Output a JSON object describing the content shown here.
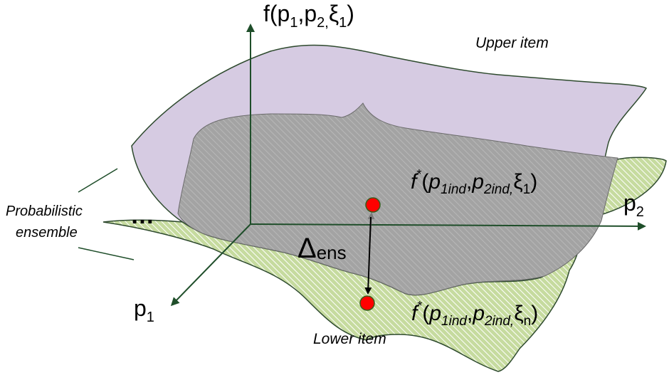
{
  "diagram": {
    "vertical_axis_label": "f(p",
    "vertical_axis_sub1": "1",
    "vertical_axis_mid1": ",p",
    "vertical_axis_sub2": "2,",
    "vertical_axis_xi": "ξ",
    "vertical_axis_sub3": "1",
    "vertical_axis_close": ")",
    "axis_p2_main": "p",
    "axis_p2_sub": "2",
    "axis_p1_main": "p",
    "axis_p1_sub": "1",
    "upper_item_label": "Upper item",
    "lower_item_label": "Lower item",
    "ensemble_label_line1": "Probabilistic",
    "ensemble_label_line2": "ensemble",
    "ellipsis": "…",
    "delta_symbol": "Δ",
    "delta_subscript": "ens",
    "upper_point_label": {
      "f": "f",
      "star": "*",
      "open": "(",
      "p1": "p",
      "p1_sub": "1ind",
      "comma1": ",",
      "p2": "p",
      "p2_sub": "2ind,",
      "xi": "ξ",
      "xi_sub": "1",
      "close": ")"
    },
    "lower_point_label": {
      "f": "f",
      "star": "*",
      "open": "(",
      "p1": "p",
      "p1_sub": "1ind",
      "comma1": ",",
      "p2": "p",
      "p2_sub": "2ind,",
      "xi": "ξ",
      "xi_sub": "n",
      "close": ")"
    },
    "colors": {
      "axis": "#1f4e2a",
      "upper_surface": "#d8cde2",
      "upper_overlap": "#a8a8a8",
      "lower_surface": "#c2d69b",
      "outline": "#2e4a2e",
      "point": "#ff0000",
      "point_outline": "#3a5a1a"
    }
  }
}
